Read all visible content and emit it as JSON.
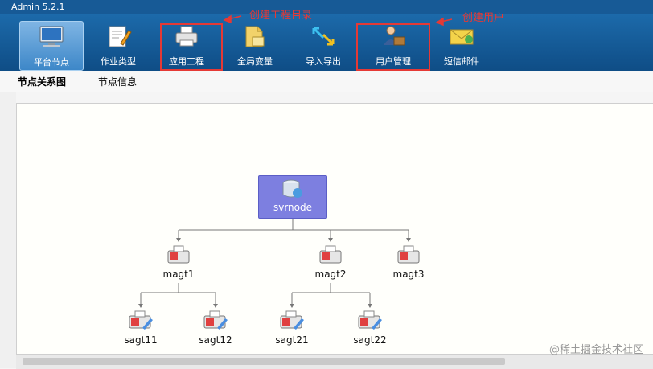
{
  "window": {
    "title": "Admin 5.2.1"
  },
  "toolbar": {
    "items": [
      {
        "label": "平台节点"
      },
      {
        "label": "作业类型"
      },
      {
        "label": "应用工程"
      },
      {
        "label": "全局变量"
      },
      {
        "label": "导入导出"
      },
      {
        "label": "用户管理"
      },
      {
        "label": "短信邮件"
      }
    ]
  },
  "annotations": {
    "create_project_dir": "创建工程目录",
    "create_user": "创建用户"
  },
  "tabs": [
    {
      "label": "节点关系图"
    },
    {
      "label": "节点信息"
    }
  ],
  "graph": {
    "root": "svrnode",
    "agents": [
      "magt1",
      "magt2",
      "magt3"
    ],
    "sub_agents": [
      "sagt11",
      "sagt12",
      "sagt21",
      "sagt22"
    ]
  },
  "watermark": "@稀土掘金技术社区",
  "colors": {
    "toolbar": "#175a96",
    "annotation": "#e53935",
    "root_node": "#7d7fe0"
  }
}
